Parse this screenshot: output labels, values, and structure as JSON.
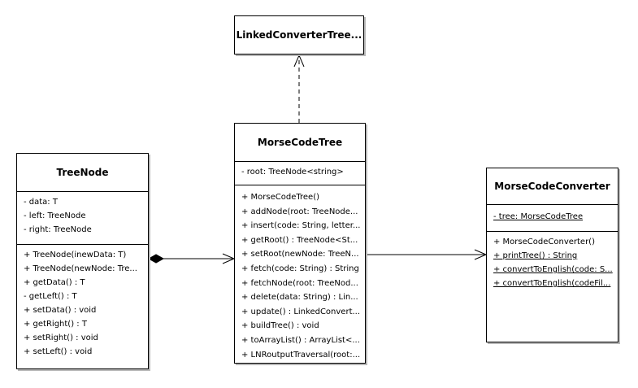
{
  "diagram": {
    "classes": {
      "linked_converter": {
        "name": "LinkedConverterTree..."
      },
      "morse_code_tree": {
        "name": "MorseCodeTree",
        "attributes": [
          "- root: TreeNode<string>"
        ],
        "operations": [
          "+ MorseCodeTree()",
          "+ addNode(root: TreeNode...",
          "+ insert(code: String, letter...",
          "+ getRoot() : TreeNode<St...",
          "+ setRoot(newNode: TreeN...",
          "+ fetch(code: String) : String",
          "+ fetchNode(root: TreeNod...",
          "+ delete(data: String) : Lin...",
          "+ update() : LinkedConvert...",
          "+ buildTree() : void",
          "+ toArrayList() : ArrayList<...",
          "+ LNRoutputTraversal(root:..."
        ]
      },
      "tree_node": {
        "name": "TreeNode",
        "attributes": [
          "- data: T",
          "- left: TreeNode",
          "- right: TreeNode"
        ],
        "operations": [
          "+ TreeNode(inewData: T)",
          "+ TreeNode(newNode: Tre...",
          "+ getData() : T",
          "- getLeft() : T",
          "+ setData() : void",
          "+ getRight() : T",
          "+ setRight() : void",
          "+ setLeft() : void"
        ]
      },
      "morse_code_converter": {
        "name": "MorseCodeConverter",
        "attributes": [
          "- tree: MorseCodeTree"
        ],
        "operations": [
          "+ MorseCodeConverter()",
          "+ printTree() : String",
          "+ convertToEnglish(code: S...",
          "+ convertToEnglish(codeFil..."
        ]
      }
    },
    "relationships": [
      {
        "from": "MorseCodeTree",
        "to": "LinkedConverterTree...",
        "kind": "realization"
      },
      {
        "from": "TreeNode",
        "to": "MorseCodeTree",
        "kind": "composition"
      },
      {
        "from": "MorseCodeTree",
        "to": "MorseCodeConverter",
        "kind": "association"
      }
    ],
    "colors": {
      "line": "#000000",
      "box_fill": "#ffffff",
      "shadow": "#b8b8b8"
    }
  }
}
